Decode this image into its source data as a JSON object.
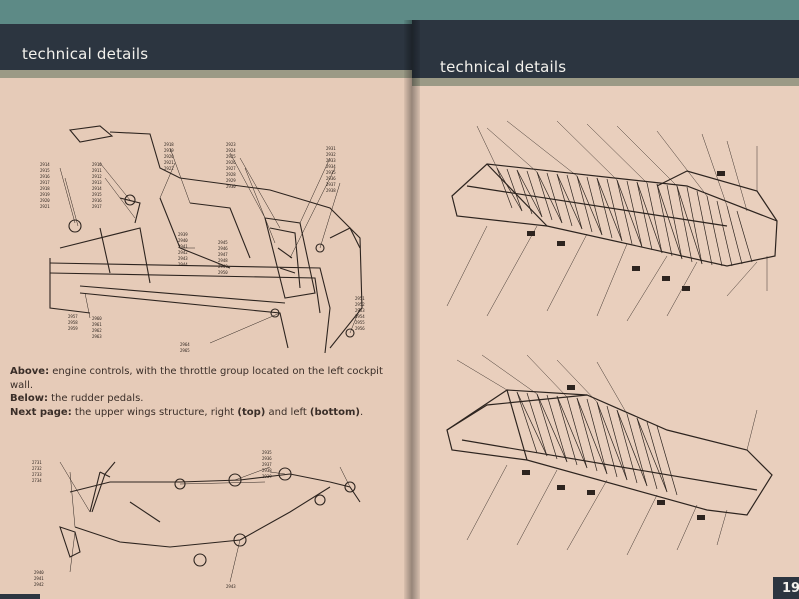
{
  "left_page": {
    "header": "technical details",
    "caption": {
      "line1_label": "Above:",
      "line1_text": " engine controls, with the throttle group located on the left cockpit wall.",
      "line2_label": "Below:",
      "line2_text": " the rudder pedals.",
      "line3_label": "Next page:",
      "line3_text": " the upper wings structure, right ",
      "line3_top": "(top)",
      "line3_mid": " and left ",
      "line3_bottom": "(bottom)",
      "line3_end": "."
    }
  },
  "right_page": {
    "header": "technical details",
    "page_number": "19"
  },
  "colors": {
    "header_band": "#2c3540",
    "header_stripe": "#9b9a86",
    "paper": "#e6cbb8",
    "background": "#5d8a86"
  }
}
